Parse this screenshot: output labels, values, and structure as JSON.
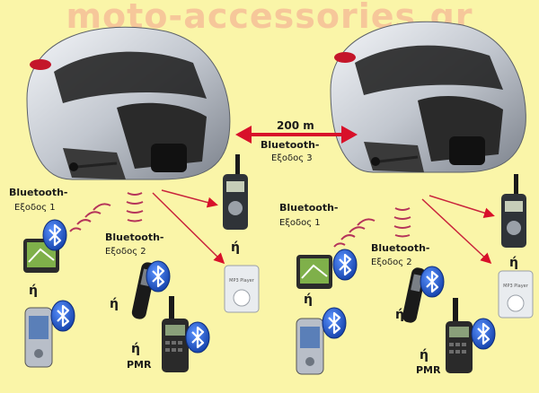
{
  "watermark": "moto-accessories.gr",
  "distance_label": "200 m",
  "center_link": {
    "line1": "Bluetooth-",
    "line2": "Εξοδος 3"
  },
  "left_unit": {
    "bt1": {
      "line1": "Bluetooth-",
      "line2": "Εξοδος 1"
    },
    "bt2": {
      "line1": "Bluetooth-",
      "line2": "Εξοδος 2"
    },
    "or_labels": [
      "ή",
      "ή",
      "ή",
      "ή"
    ],
    "pmr": "PMR",
    "mp3": "MP3 Player"
  },
  "right_unit": {
    "bt1": {
      "line1": "Bluetooth-",
      "line2": "Εξοδος 1"
    },
    "bt2": {
      "line1": "Bluetooth-",
      "line2": "Εξοδος 2"
    },
    "or_labels": [
      "ή",
      "ή",
      "ή",
      "ή"
    ],
    "pmr": "PMR",
    "mp3": "MP3 Player"
  },
  "colors": {
    "background": "#faf5a8",
    "watermark": "#f6c79a",
    "link_arrow": "#d8102a",
    "wave": "#b5345a",
    "bluetooth": "#1f5cd8",
    "helmet": "#c8ccd2"
  }
}
